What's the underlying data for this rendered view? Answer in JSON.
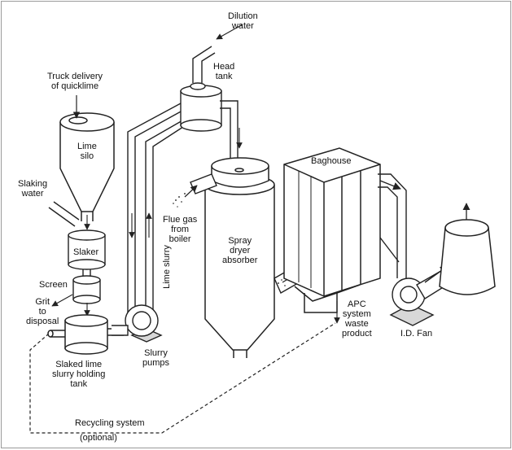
{
  "labels": {
    "dilution_water": [
      "Dilution",
      "water"
    ],
    "head_tank": [
      "Head",
      "tank"
    ],
    "truck_delivery": [
      "Truck delivery",
      "of quicklime"
    ],
    "lime_silo": [
      "Lime",
      "silo"
    ],
    "slaking_water": [
      "Slaking",
      "water"
    ],
    "slaker": "Slaker",
    "screen": "Screen",
    "grit_disposal": [
      "Grit",
      "to",
      "disposal"
    ],
    "slaked_lime_tank": [
      "Slaked lime",
      "slurry holding",
      "tank"
    ],
    "lime_slurry": "Lime slurry",
    "slurry_pumps": [
      "Slurry",
      "pumps"
    ],
    "flue_gas": [
      "Flue gas",
      "from",
      "boiler"
    ],
    "spray_dryer": [
      "Spray",
      "dryer",
      "absorber"
    ],
    "baghouse": "Baghouse",
    "apc_waste": [
      "APC",
      "system",
      "waste",
      "product"
    ],
    "id_fan": "I.D. Fan",
    "recycling": "Recycling system",
    "optional": "(optional)"
  },
  "colors": {
    "line": "#222222",
    "fill": "#ffffff",
    "shade": "#d8d8d8",
    "dark": "#888888"
  }
}
